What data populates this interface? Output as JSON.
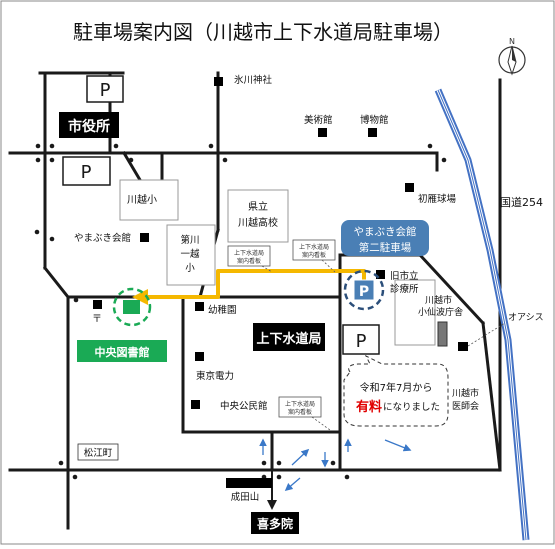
{
  "title": "駐車場案内図（川越市上下水道局駐車場）",
  "colors": {
    "road": "#1a1a1a",
    "route": "#f5b800",
    "library": "#1aaa55",
    "parking_label_bg": "#4a7fb5",
    "railway": "#4472c4",
    "note_text": "#e00000",
    "flow_arrow": "#3a78c8",
    "black_label": "#000000"
  },
  "icons": {
    "compass": "compass-north-icon",
    "parking": "parking-p-icon",
    "landmark": "black-square-marker-icon",
    "traffic_light": "traffic-signal-icon"
  },
  "compass": {
    "letter": "N"
  },
  "parking_marks": {
    "p1": "P",
    "p2": "P",
    "p3": "P",
    "p_yamabuki": "P"
  },
  "labels": {
    "city_hall": "市役所",
    "hikawa_shrine": "氷川神社",
    "art_museum": "美術館",
    "history_museum": "博物館",
    "hatsukari_ballpark": "初雁球場",
    "route254": "国道254",
    "kawagoe_elementary": "川越小",
    "yamabuki_hall": "やまぶき会館",
    "daisen_line1": "第川",
    "daisen_line2": "一越",
    "daisen_line3": "小",
    "kawagoe_high_line1": "県立",
    "kawagoe_high_line2": "川越高校",
    "sign1_line1": "上下水道局",
    "sign1_line2": "案内看板",
    "sign2_line1": "上下水道局",
    "sign2_line2": "案内看板",
    "sign3_line1": "上下水道局",
    "sign3_line2": "案内看板",
    "yamabuki_parking_line1": "やまぶき会館",
    "yamabuki_parking_line2": "第二駐車場",
    "old_clinic_line1": "旧市立",
    "old_clinic_line2": "診療所",
    "kosenba_line1": "川越市",
    "kosenba_line2": "小仙波庁舎",
    "oasis": "オアシス",
    "post_office": "〒",
    "central_library": "中央図書館",
    "youchien": "幼稚園",
    "water_bureau": "上下水道局",
    "tokyo_electric": "東京電力",
    "central_kominkan": "中央公民館",
    "medical_line1": "川越市",
    "medical_line2": "医師会",
    "matsuecho": "松江町",
    "narita": "成田山",
    "kitain": "喜多院"
  },
  "notice": {
    "line1": "令和7年7月から",
    "emphasis": "有料",
    "suffix": "になりました"
  }
}
